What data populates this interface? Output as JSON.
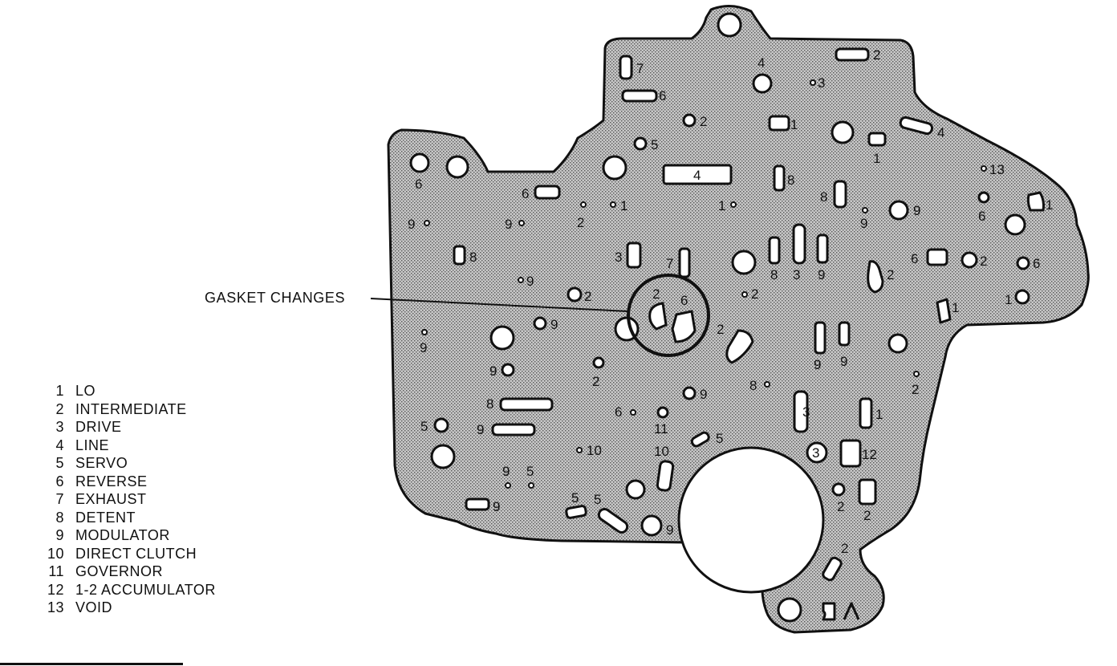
{
  "figure": {
    "callout_label": "GASKET CHANGES",
    "legend": [
      {
        "number": "1",
        "label": "LO"
      },
      {
        "number": "2",
        "label": "INTERMEDIATE"
      },
      {
        "number": "3",
        "label": "DRIVE"
      },
      {
        "number": "4",
        "label": "LINE"
      },
      {
        "number": "5",
        "label": "SERVO"
      },
      {
        "number": "6",
        "label": "REVERSE"
      },
      {
        "number": "7",
        "label": "EXHAUST"
      },
      {
        "number": "8",
        "label": "DETENT"
      },
      {
        "number": "9",
        "label": "MODULATOR"
      },
      {
        "number": "10",
        "label": "DIRECT CLUTCH"
      },
      {
        "number": "11",
        "label": "GOVERNOR"
      },
      {
        "number": "12",
        "label": "1-2 ACCUMULATOR"
      },
      {
        "number": "13",
        "label": "VOID"
      }
    ],
    "plate_labels": [
      "2",
      "7",
      "4",
      "3",
      "6",
      "2",
      "1",
      "4",
      "5",
      "1",
      "13",
      "6",
      "4",
      "8",
      "6",
      "1",
      "1",
      "8",
      "9",
      "9",
      "1",
      "9",
      "9",
      "2",
      "6",
      "2",
      "8",
      "3",
      "7",
      "8",
      "3",
      "9",
      "2",
      "6",
      "9",
      "2",
      "2",
      "6",
      "1",
      "1",
      "2",
      "9",
      "2",
      "9",
      "9",
      "9",
      "9",
      "2",
      "9",
      "8",
      "8",
      "9",
      "2",
      "3",
      "1",
      "6",
      "11",
      "5",
      "9",
      "10",
      "10",
      "12",
      "3",
      "9",
      "5",
      "5",
      "5",
      "9",
      "2",
      "2",
      "5",
      "2"
    ]
  }
}
